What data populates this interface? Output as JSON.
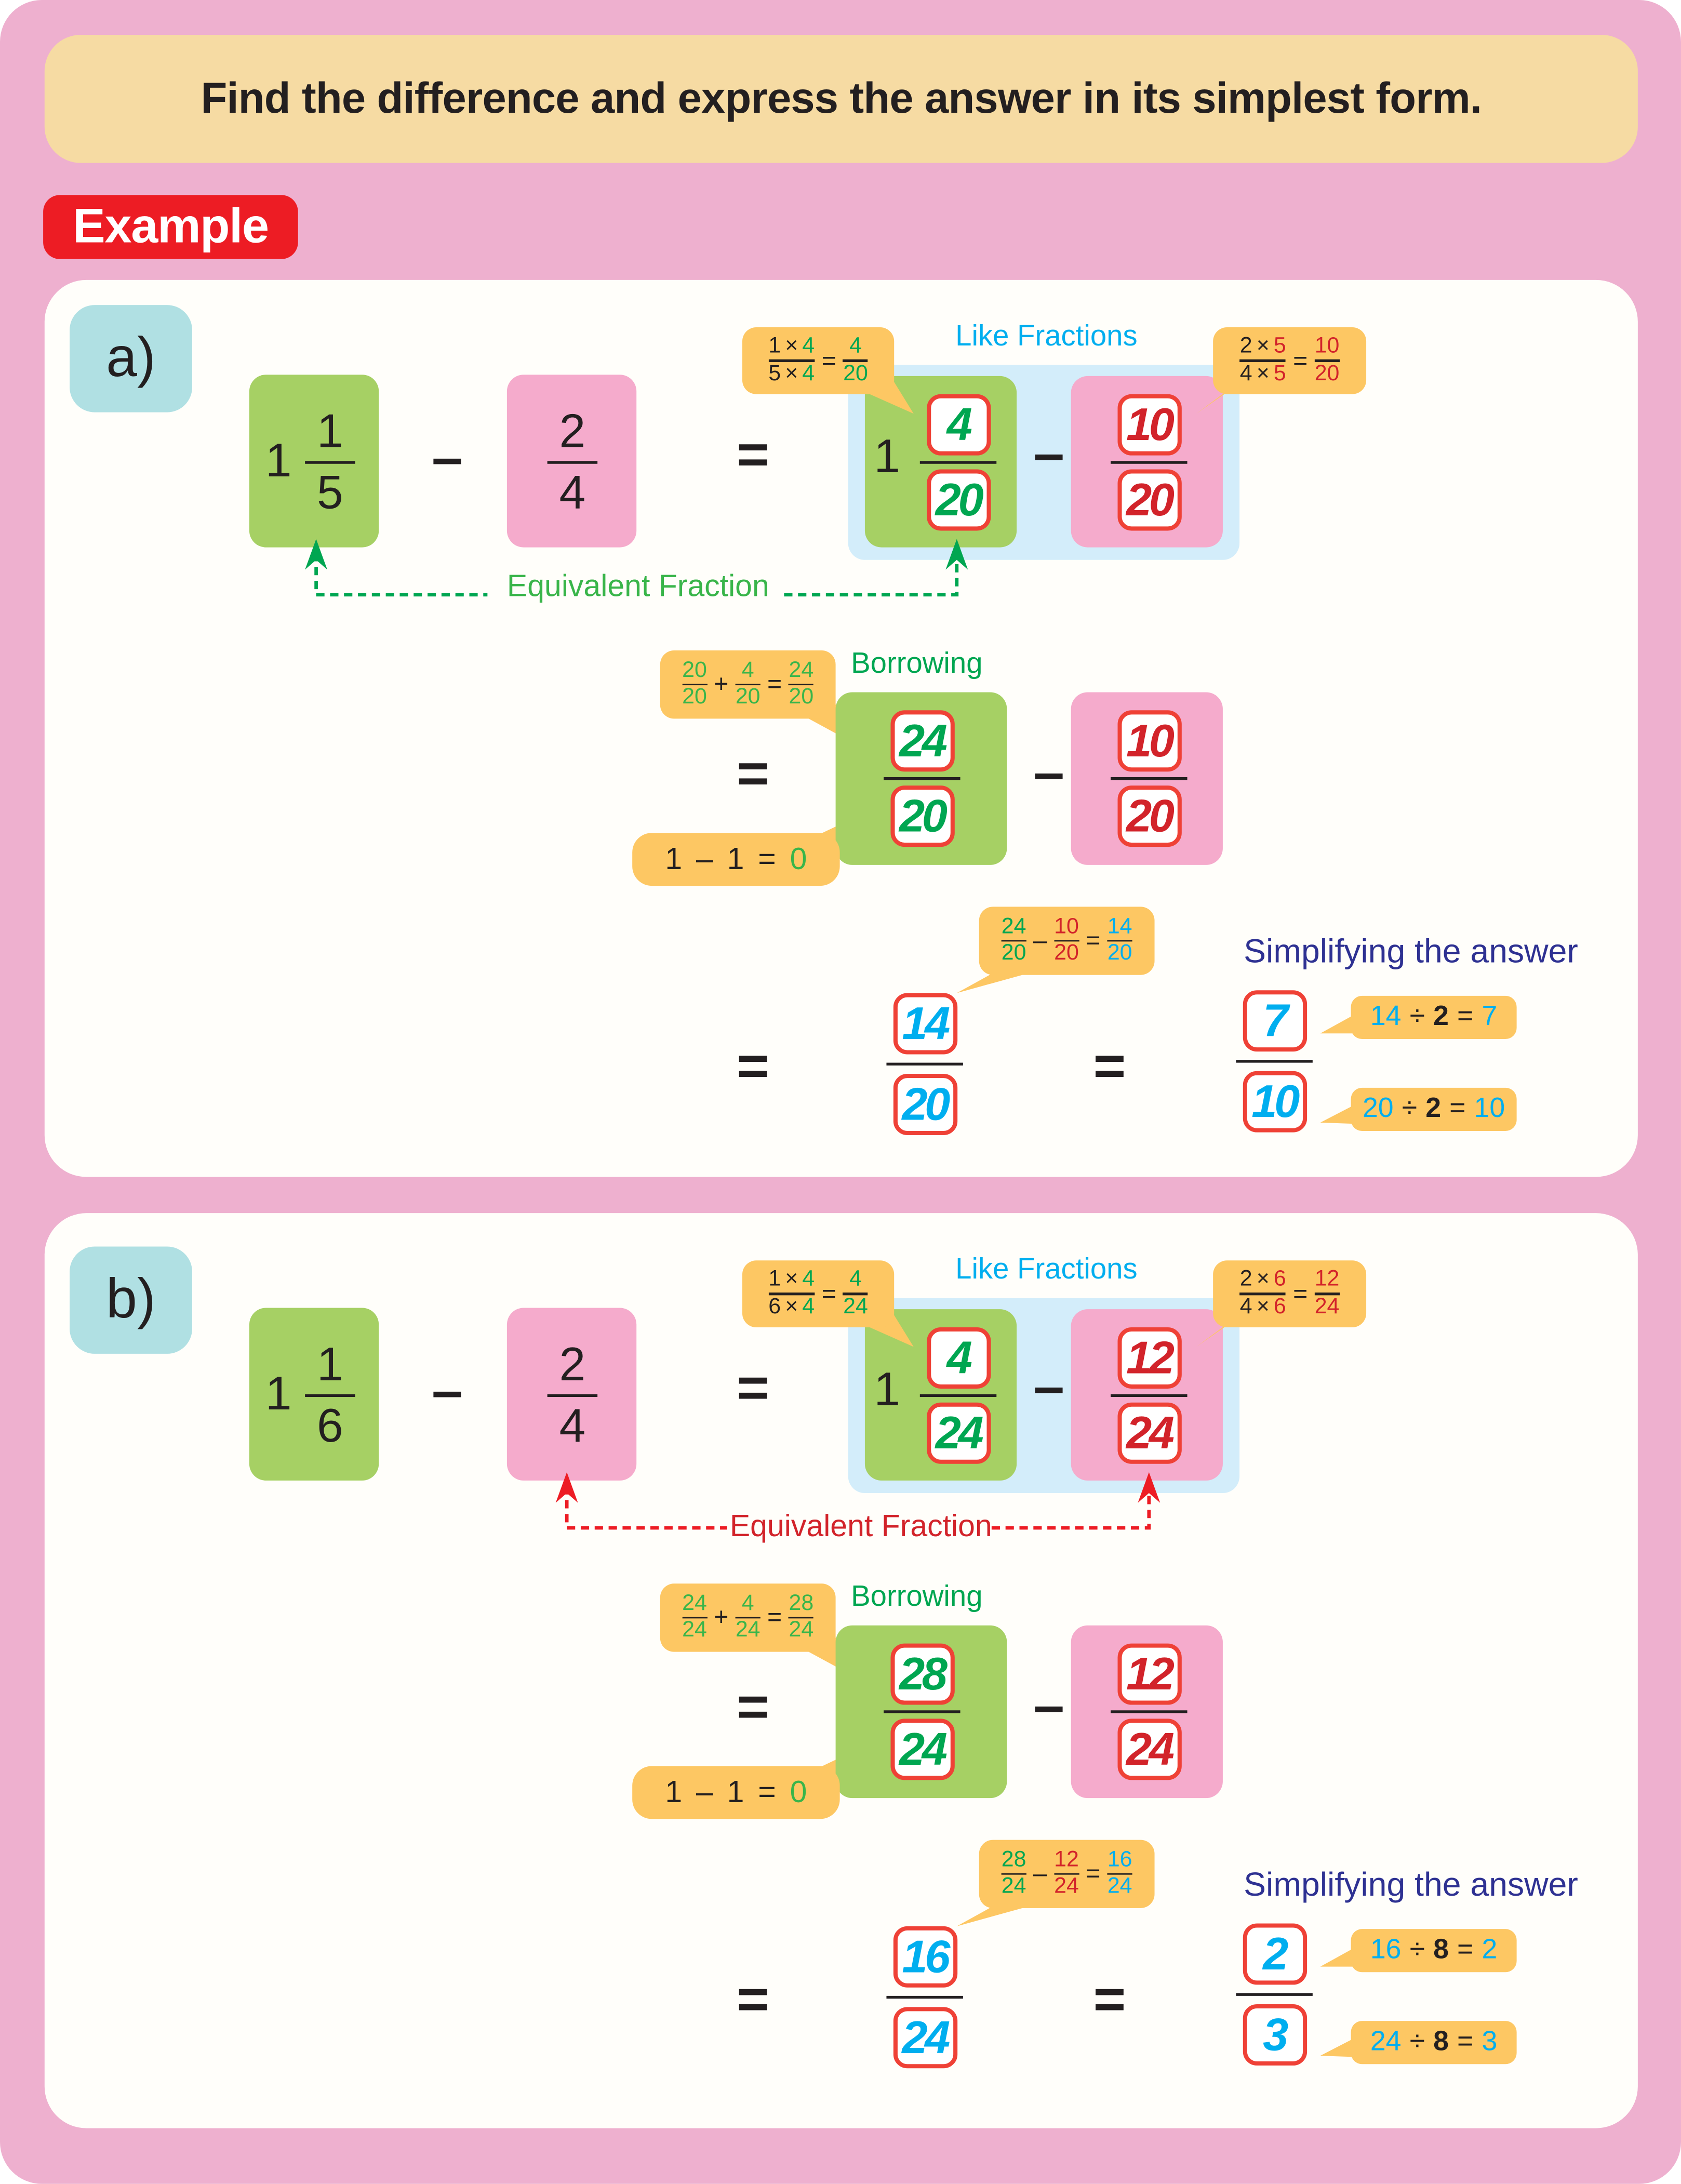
{
  "header": {
    "title": "Find the difference and express the answer in its simplest form."
  },
  "badge": {
    "label": "Example"
  },
  "symbols": {
    "minus": "–",
    "equals": "=",
    "times": "×",
    "plus": "+",
    "divide": "÷"
  },
  "colors": {
    "green": "#00a651",
    "red": "#d2232a",
    "blue": "#00aeef",
    "navy": "#2e3192",
    "dark": "#231f20"
  },
  "panels": [
    {
      "label": "a)",
      "problem": {
        "whole": "1",
        "num1": "1",
        "den1": "5",
        "num2": "2",
        "den2": "4"
      },
      "like_label": "Like Fractions",
      "callout_left": {
        "a": "1",
        "b": "4",
        "c": "5",
        "d": "4",
        "rn": "4",
        "rd": "20"
      },
      "callout_right": {
        "a": "2",
        "b": "5",
        "c": "4",
        "d": "5",
        "rn": "10",
        "rd": "20"
      },
      "like": {
        "whole": "1",
        "n1": "4",
        "d1": "20",
        "n2": "10",
        "d2": "20"
      },
      "equiv_label": "Equivalent Fraction",
      "equiv_color": "#00a651",
      "equiv_text_color": "#39b54a",
      "equiv_link": "green",
      "borrow_label": "Borrowing",
      "borrow_callout": {
        "a": "20",
        "b": "20",
        "c": "4",
        "d": "20",
        "e": "24",
        "f": "20"
      },
      "borrowed": {
        "n1": "24",
        "d1": "20",
        "n2": "10",
        "d2": "20"
      },
      "whole_callout": {
        "a": "1",
        "b": "1",
        "r": "0"
      },
      "diff_callout": {
        "a": "24",
        "b": "20",
        "c": "10",
        "d": "20",
        "e": "14",
        "f": "20"
      },
      "result": {
        "n": "14",
        "d": "20"
      },
      "simplify_label": "Simplifying the answer",
      "simplified": {
        "n": "7",
        "d": "10"
      },
      "simp_callouts": [
        {
          "a": "14",
          "b": "2",
          "r": "7"
        },
        {
          "a": "20",
          "b": "2",
          "r": "10"
        }
      ]
    },
    {
      "label": "b)",
      "problem": {
        "whole": "1",
        "num1": "1",
        "den1": "6",
        "num2": "2",
        "den2": "4"
      },
      "like_label": "Like Fractions",
      "callout_left": {
        "a": "1",
        "b": "4",
        "c": "6",
        "d": "4",
        "rn": "4",
        "rd": "24"
      },
      "callout_right": {
        "a": "2",
        "b": "6",
        "c": "4",
        "d": "6",
        "rn": "12",
        "rd": "24"
      },
      "like": {
        "whole": "1",
        "n1": "4",
        "d1": "24",
        "n2": "12",
        "d2": "24"
      },
      "equiv_label": "Equivalent Fraction",
      "equiv_color": "#ed1c24",
      "equiv_text_color": "#d2232a",
      "equiv_link": "pink",
      "borrow_label": "Borrowing",
      "borrow_callout": {
        "a": "24",
        "b": "24",
        "c": "4",
        "d": "24",
        "e": "28",
        "f": "24"
      },
      "borrowed": {
        "n1": "28",
        "d1": "24",
        "n2": "12",
        "d2": "24"
      },
      "whole_callout": {
        "a": "1",
        "b": "1",
        "r": "0"
      },
      "diff_callout": {
        "a": "28",
        "b": "24",
        "c": "12",
        "d": "24",
        "e": "16",
        "f": "24"
      },
      "result": {
        "n": "16",
        "d": "24"
      },
      "simplify_label": "Simplifying the answer",
      "simplified": {
        "n": "2",
        "d": "3"
      },
      "simp_callouts": [
        {
          "a": "16",
          "b": "8",
          "r": "2"
        },
        {
          "a": "24",
          "b": "8",
          "r": "3"
        }
      ]
    }
  ]
}
